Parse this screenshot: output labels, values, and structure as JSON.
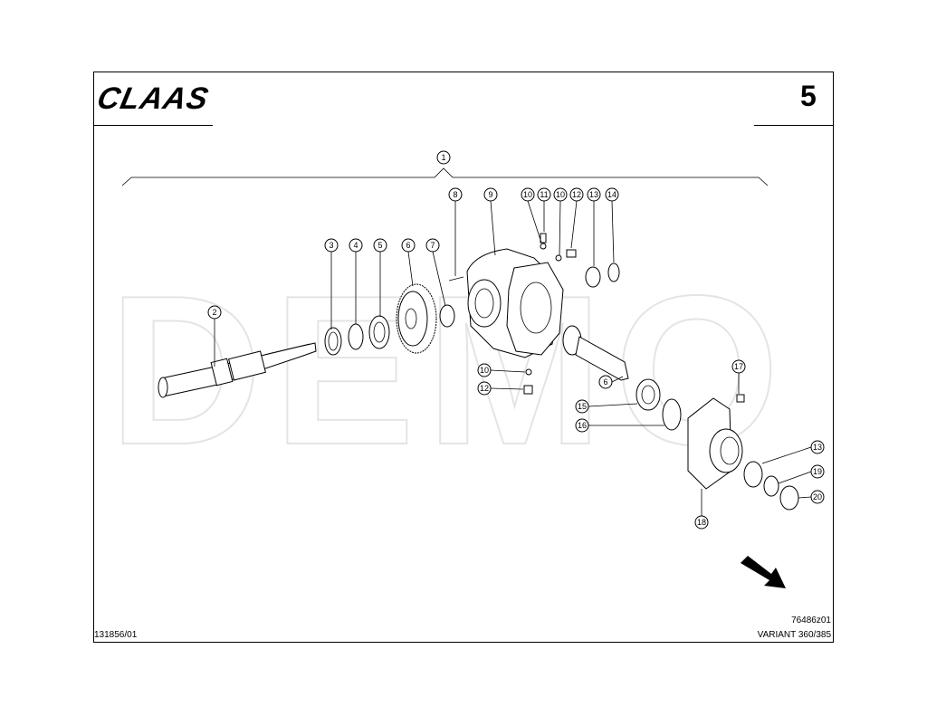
{
  "header": {
    "logo_text": "CLAAS",
    "page_number": "5"
  },
  "footer": {
    "left_code": "131856/01",
    "right_code_top": "76486z01",
    "right_code_bottom": "VARIANT 360/385"
  },
  "watermark": "DEMO",
  "callouts": [
    "1",
    "2",
    "3",
    "4",
    "5",
    "6",
    "7",
    "8",
    "9",
    "10",
    "11",
    "10",
    "12",
    "13",
    "14",
    "10",
    "12",
    "6",
    "15",
    "16",
    "17",
    "13",
    "19",
    "20",
    "18"
  ],
  "direction_arrow": "arrow-down-right-icon"
}
